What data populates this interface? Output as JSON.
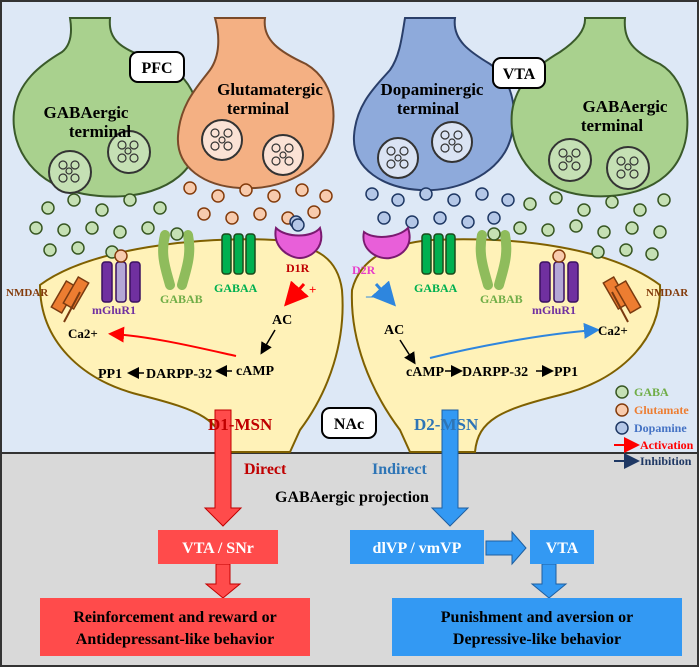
{
  "labels": {
    "pfc": "PFC",
    "vta_top": "VTA",
    "nac": "NAc",
    "gaba_terminal_left_line1": "GABAergic",
    "gaba_terminal_left_line2": "terminal",
    "glut_terminal_line1": "Glutamatergic",
    "glut_terminal_line2": "terminal",
    "dopa_terminal_line1": "Dopaminergic",
    "dopa_terminal_line2": "terminal",
    "gaba_terminal_right_line1": "GABAergic",
    "gaba_terminal_right_line2": "terminal"
  },
  "d1": {
    "cell": "D1-MSN",
    "nmdar": "NMDAR",
    "mglur1": "mGluR1",
    "gabab": "GABAB",
    "gabaa": "GABAA",
    "receptor": "D1R",
    "receptor_sign": "+",
    "ac": "AC",
    "ca": "Ca2+",
    "camp": "cAMP",
    "pp1": "PP1",
    "darpp": "DARPP-32",
    "pathway": "Direct",
    "target": "VTA / SNr",
    "outcome_line1": "Reinforcement and reward or",
    "outcome_line2": "Antidepressant-like behavior"
  },
  "d2": {
    "cell": "D2-MSN",
    "nmdar": "NMDAR",
    "mglur1": "mGluR1",
    "gabab": "GABAB",
    "gabaa": "GABAA",
    "receptor": "D2R",
    "receptor_sign": "–",
    "ac": "AC",
    "ca": "Ca2+",
    "camp": "cAMP",
    "pp1": "PP1",
    "darpp": "DARPP-32",
    "pathway": "Indirect",
    "target1": "dlVP / vmVP",
    "target2": "VTA",
    "outcome_line1": "Punishment and aversion or",
    "outcome_line2": "Depressive-like behavior"
  },
  "projection": "GABAergic projection",
  "legend": {
    "gaba": "GABA",
    "glutamate": "Glutamate",
    "dopamine": "Dopamine",
    "activation": "Activation",
    "inhibition": "Inhibition"
  },
  "colors": {
    "gaba": "#9fd28c",
    "glutamate": "#f4b083",
    "dopamine": "#8eaadb",
    "activation": "#ff0000",
    "inhibition": "#1f3864",
    "direct": "#ff4b4b",
    "indirect": "#3399f3"
  }
}
